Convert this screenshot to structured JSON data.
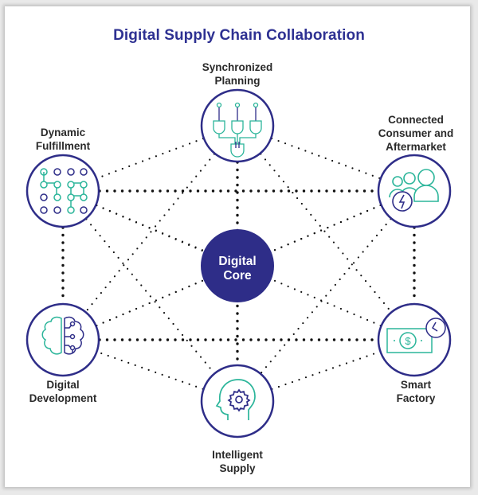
{
  "title": "Digital Supply Chain Collaboration",
  "colors": {
    "navy": "#2e2d88",
    "teal": "#2bb59a",
    "dots": "#111111",
    "title": "#2e3192",
    "label": "#2a2a2a"
  },
  "core": {
    "line1": "Digital",
    "line2": "Core"
  },
  "nodes": [
    {
      "id": "synchronized-planning",
      "line1": "Synchronized",
      "line2": "Planning",
      "line3": "",
      "icon": "logic-gates-icon"
    },
    {
      "id": "dynamic-fulfillment",
      "line1": "Dynamic",
      "line2": "Fulfillment",
      "line3": "",
      "icon": "dot-grid-path-icon"
    },
    {
      "id": "connected-consumer",
      "line1": "Connected",
      "line2": "Consumer and",
      "line3": "Aftermarket",
      "icon": "people-lightning-icon"
    },
    {
      "id": "digital-development",
      "line1": "Digital",
      "line2": "Development",
      "line3": "",
      "icon": "brain-circuit-icon"
    },
    {
      "id": "smart-factory",
      "line1": "Smart",
      "line2": "Factory",
      "line3": "",
      "icon": "money-clock-icon"
    },
    {
      "id": "intelligent-supply",
      "line1": "Intelligent",
      "line2": "Supply",
      "line3": "",
      "icon": "head-gear-icon"
    }
  ]
}
